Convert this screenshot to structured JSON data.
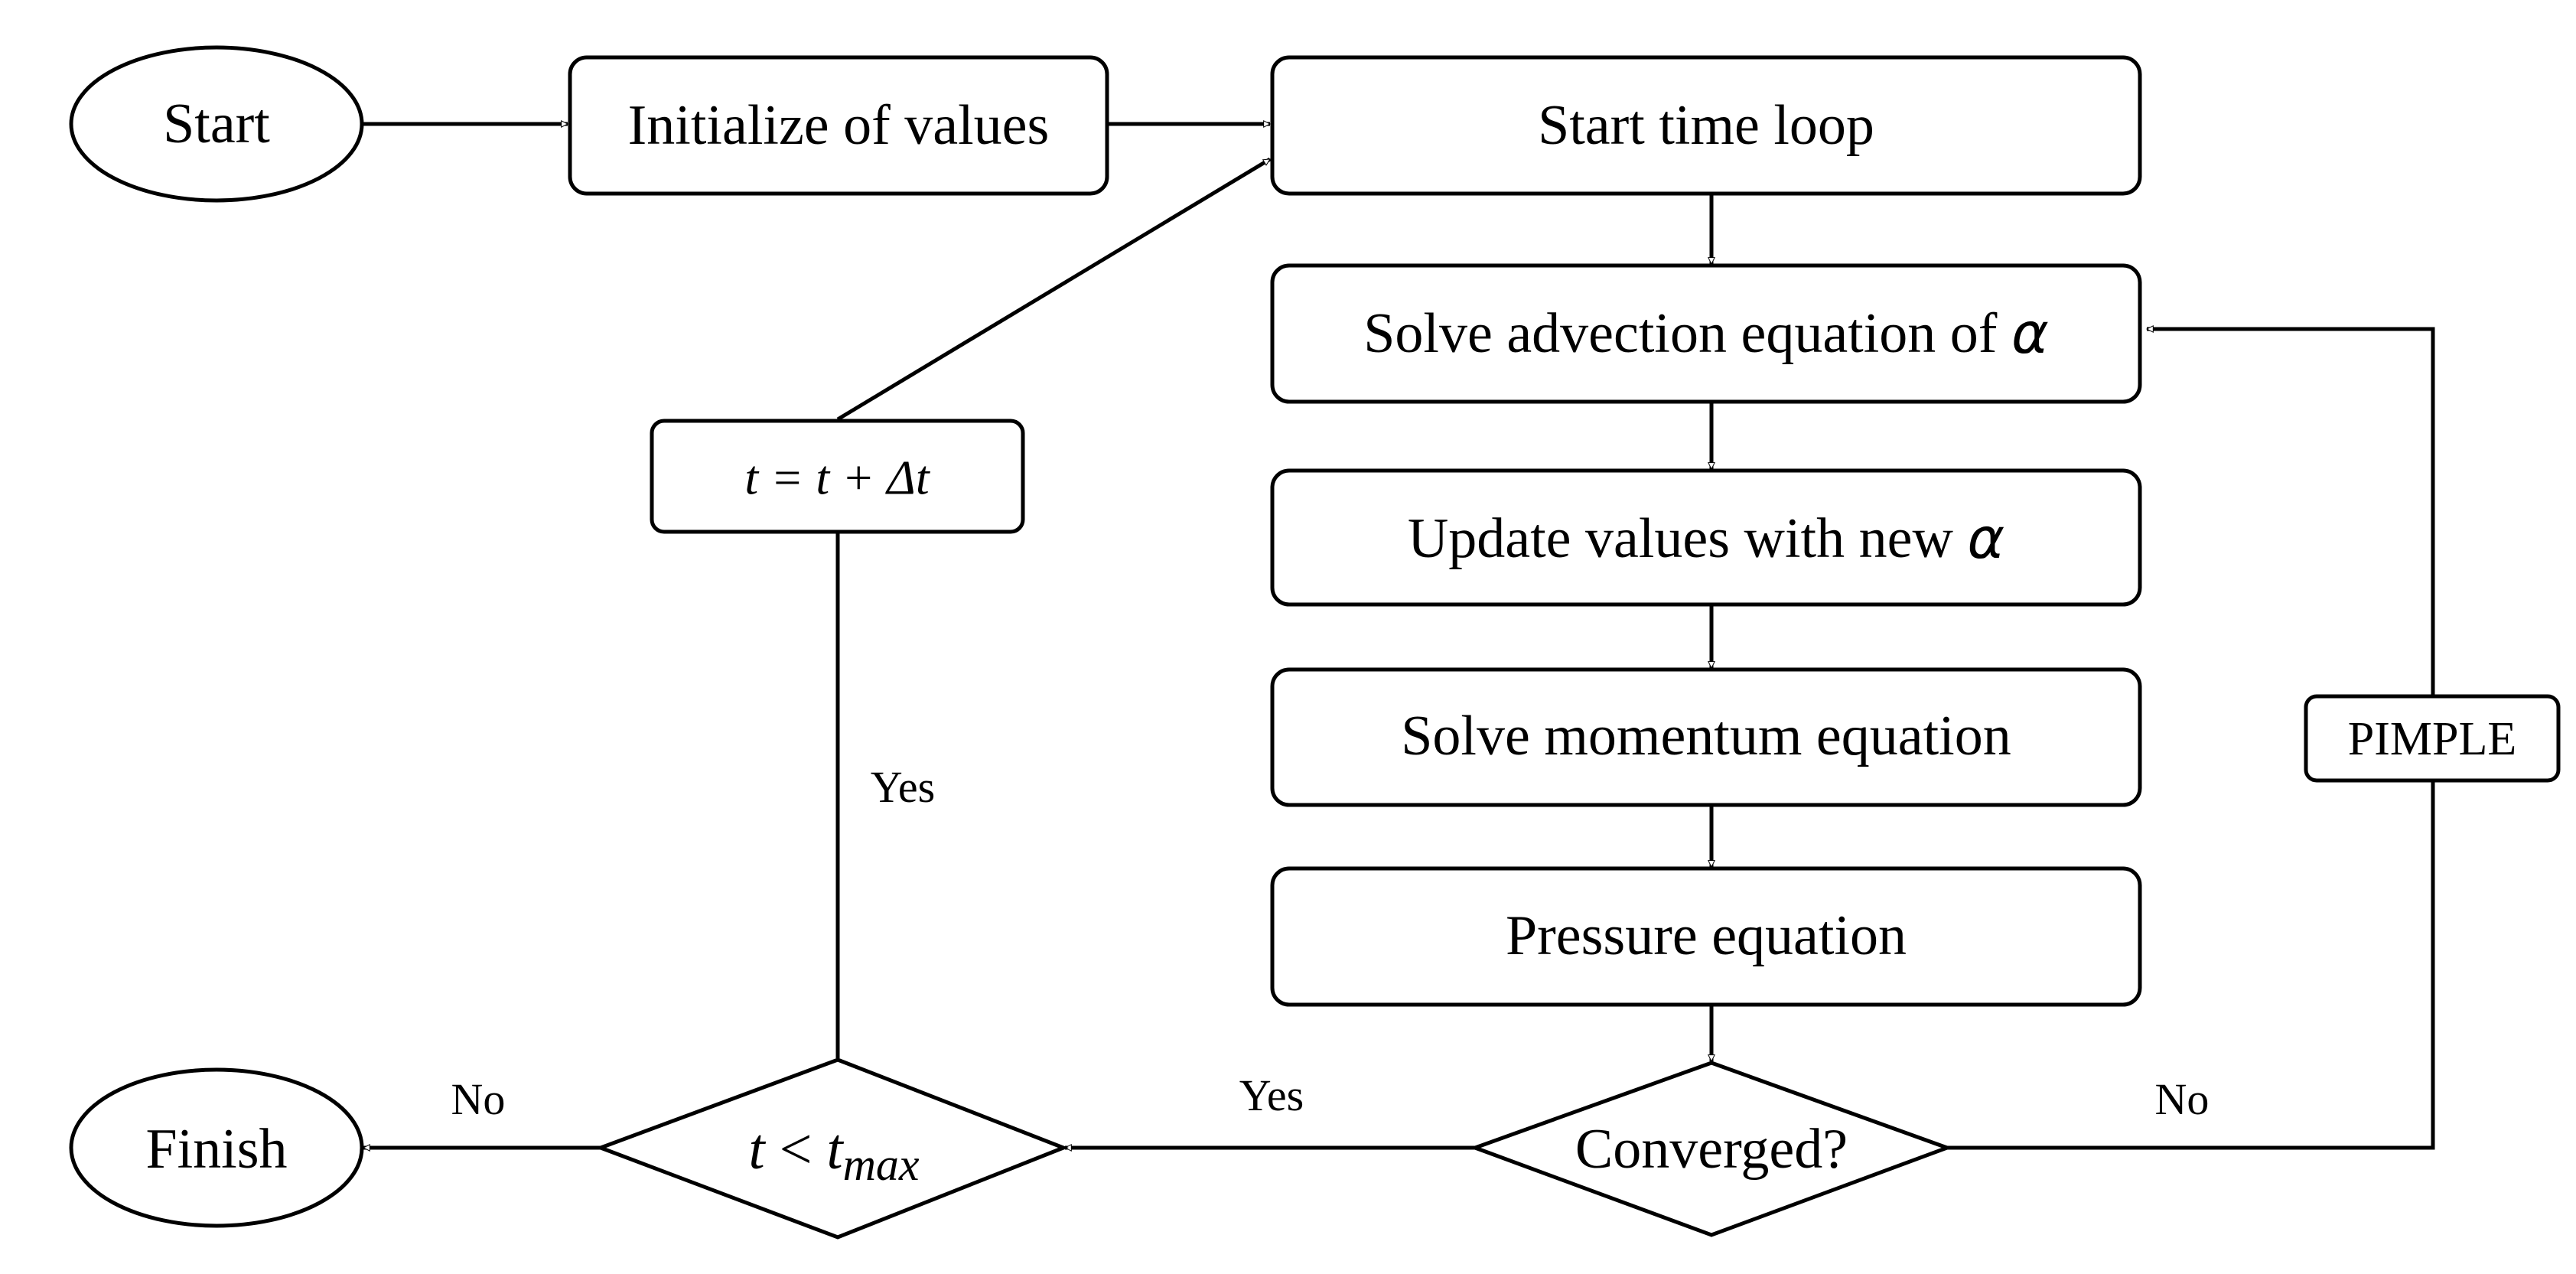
{
  "nodes": {
    "start": "Start",
    "initialize": "Initialize of values",
    "time_loop": "Start time loop",
    "advection": {
      "text": "Solve advection equation of ",
      "symbol": "α"
    },
    "update": {
      "text": "Update values with new ",
      "symbol": "α"
    },
    "momentum": "Solve momentum equation",
    "pressure": "Pressure equation",
    "converged": "Converged?",
    "time_check": {
      "var": "t",
      "op": " < ",
      "limit": "t",
      "limit_sub": "max"
    },
    "time_step": "t = t + Δt",
    "pimple": "PIMPLE",
    "finish": "Finish"
  },
  "edges": {
    "converged_yes": "Yes",
    "converged_no": "No",
    "time_yes": "Yes",
    "time_no": "No"
  }
}
